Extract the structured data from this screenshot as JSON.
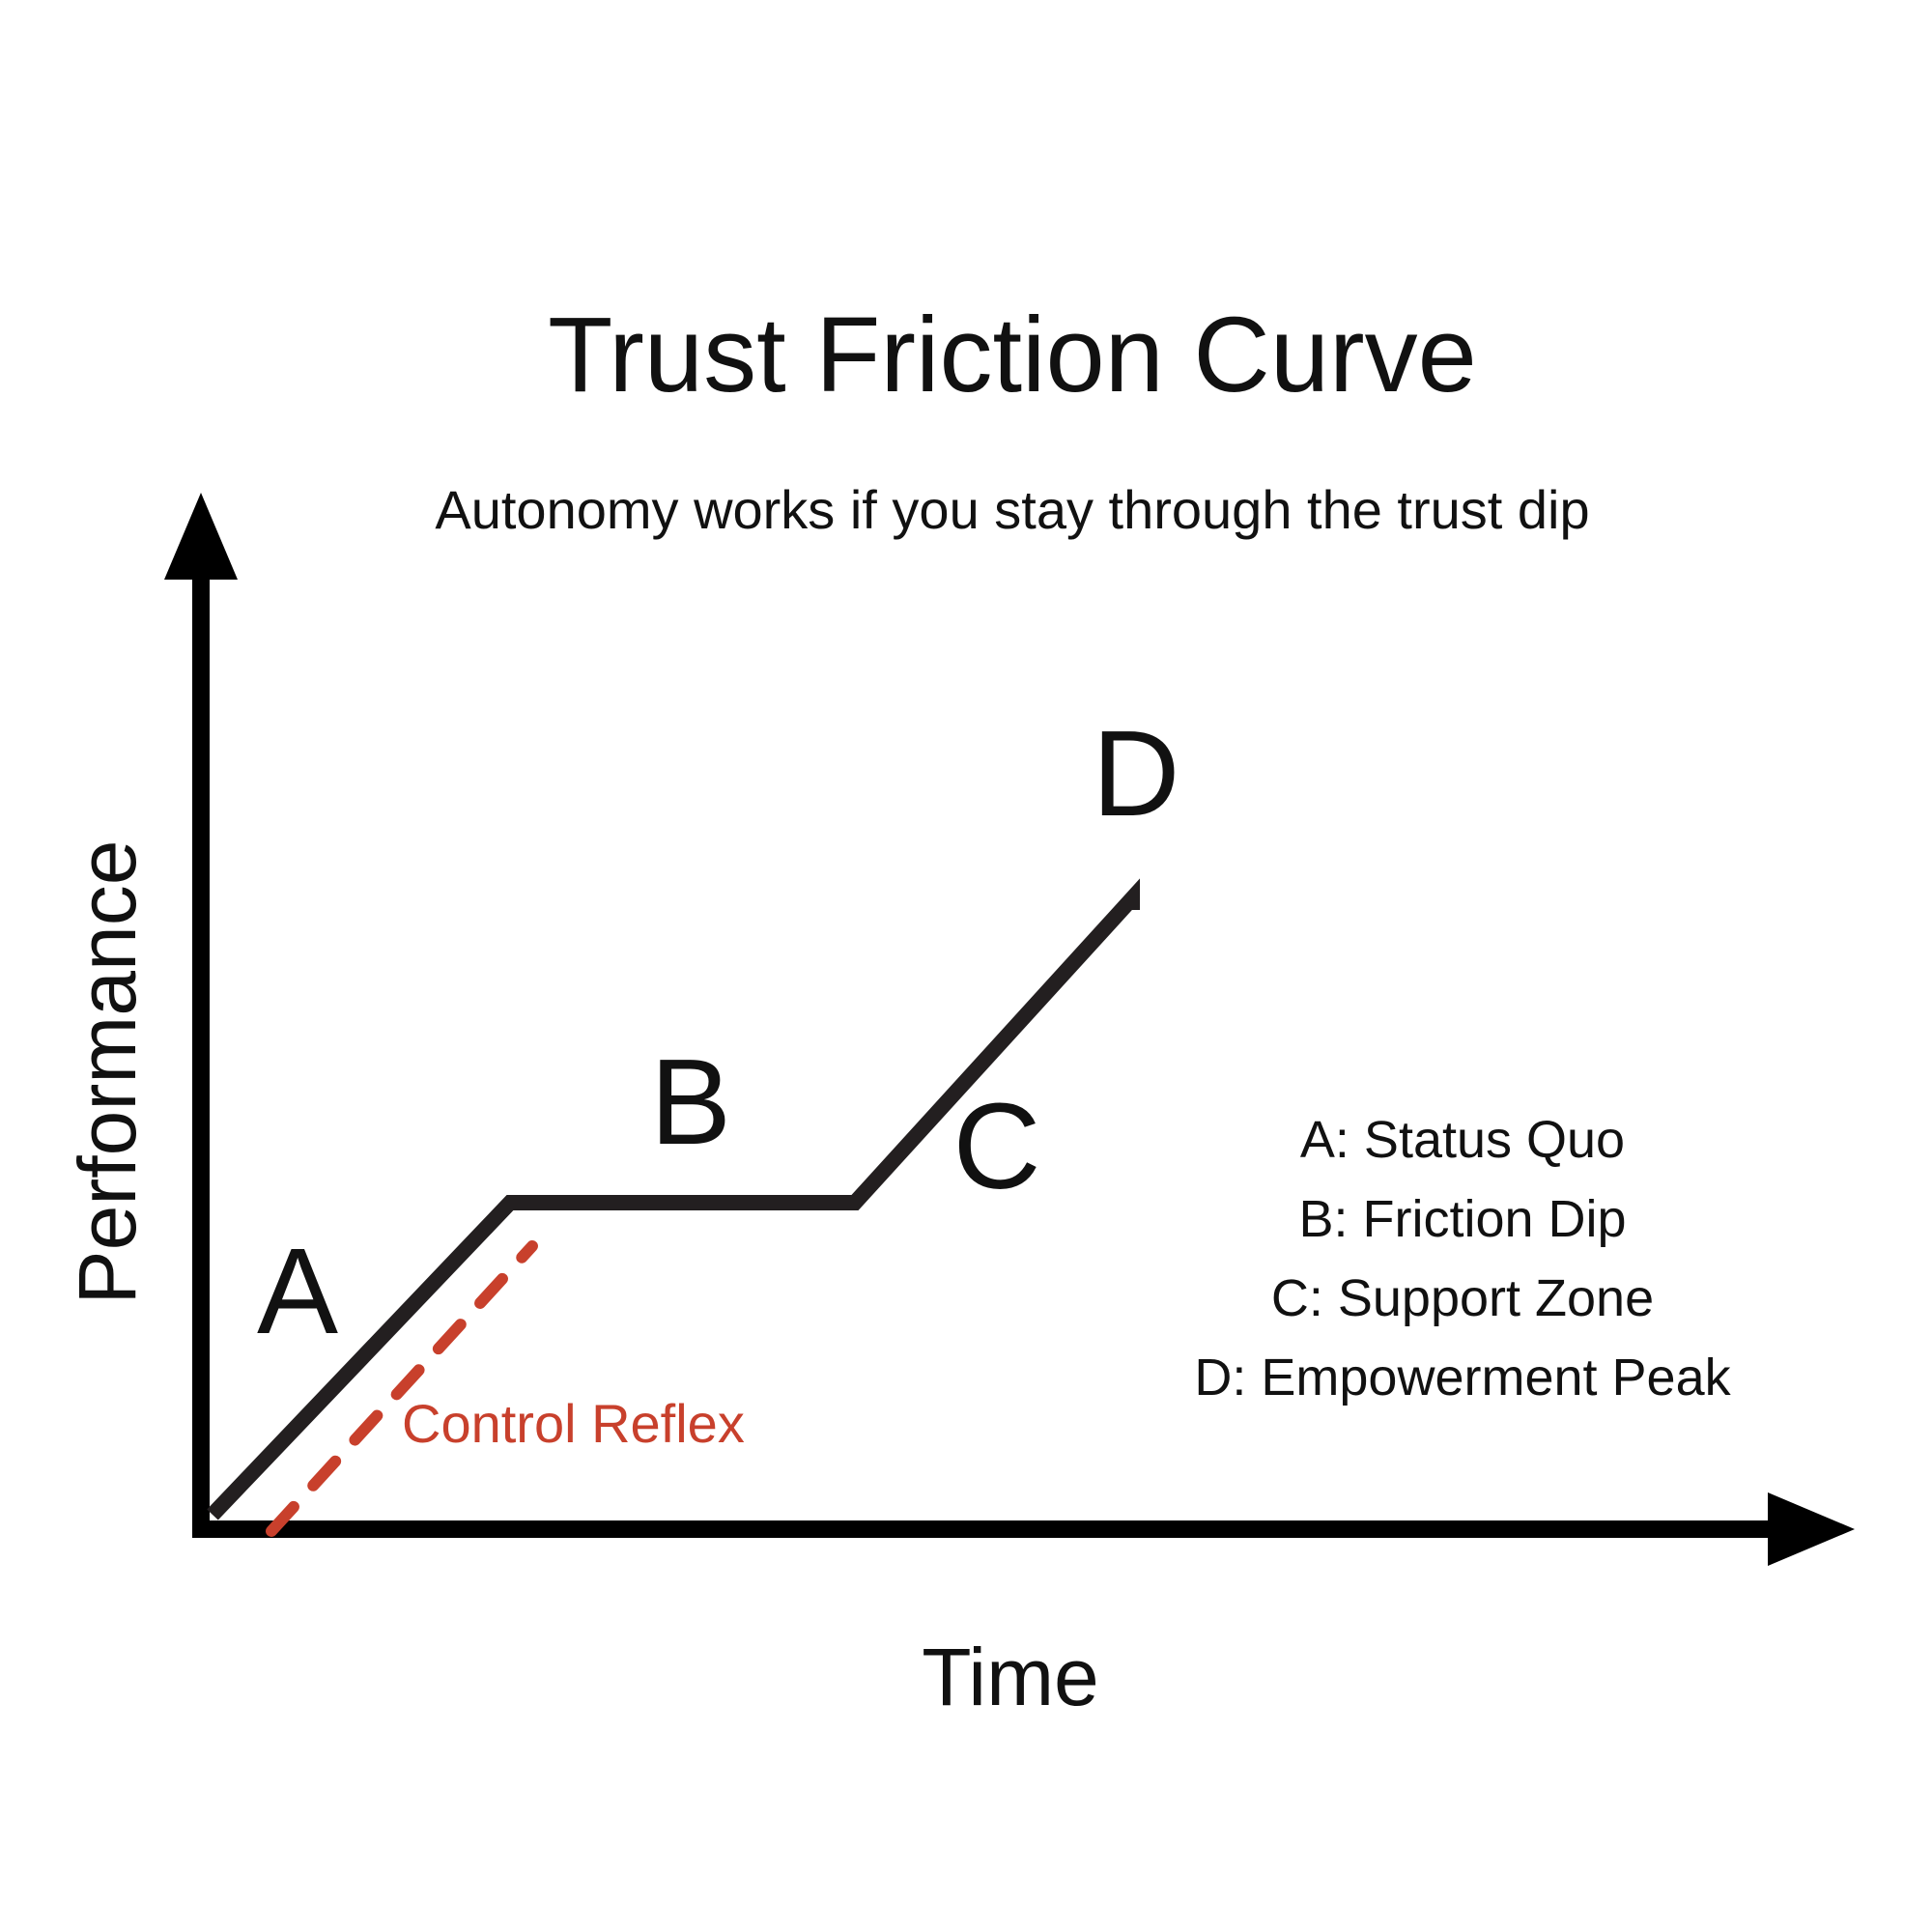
{
  "title": "Trust Friction Curve",
  "subtitle": "Autonomy works if you stay through the trust dip",
  "axes": {
    "x_label": "Time",
    "y_label": "Performance"
  },
  "points": {
    "a": "A",
    "b": "B",
    "c": "C",
    "d": "D"
  },
  "control_reflex_label": "Control Reflex",
  "legend": [
    "A: Status Quo",
    "B: Friction Dip",
    "C: Support Zone",
    "D: Empowerment Peak"
  ],
  "colors": {
    "line": "#231f20",
    "control_reflex": "#c8402c",
    "text": "#111111"
  }
}
